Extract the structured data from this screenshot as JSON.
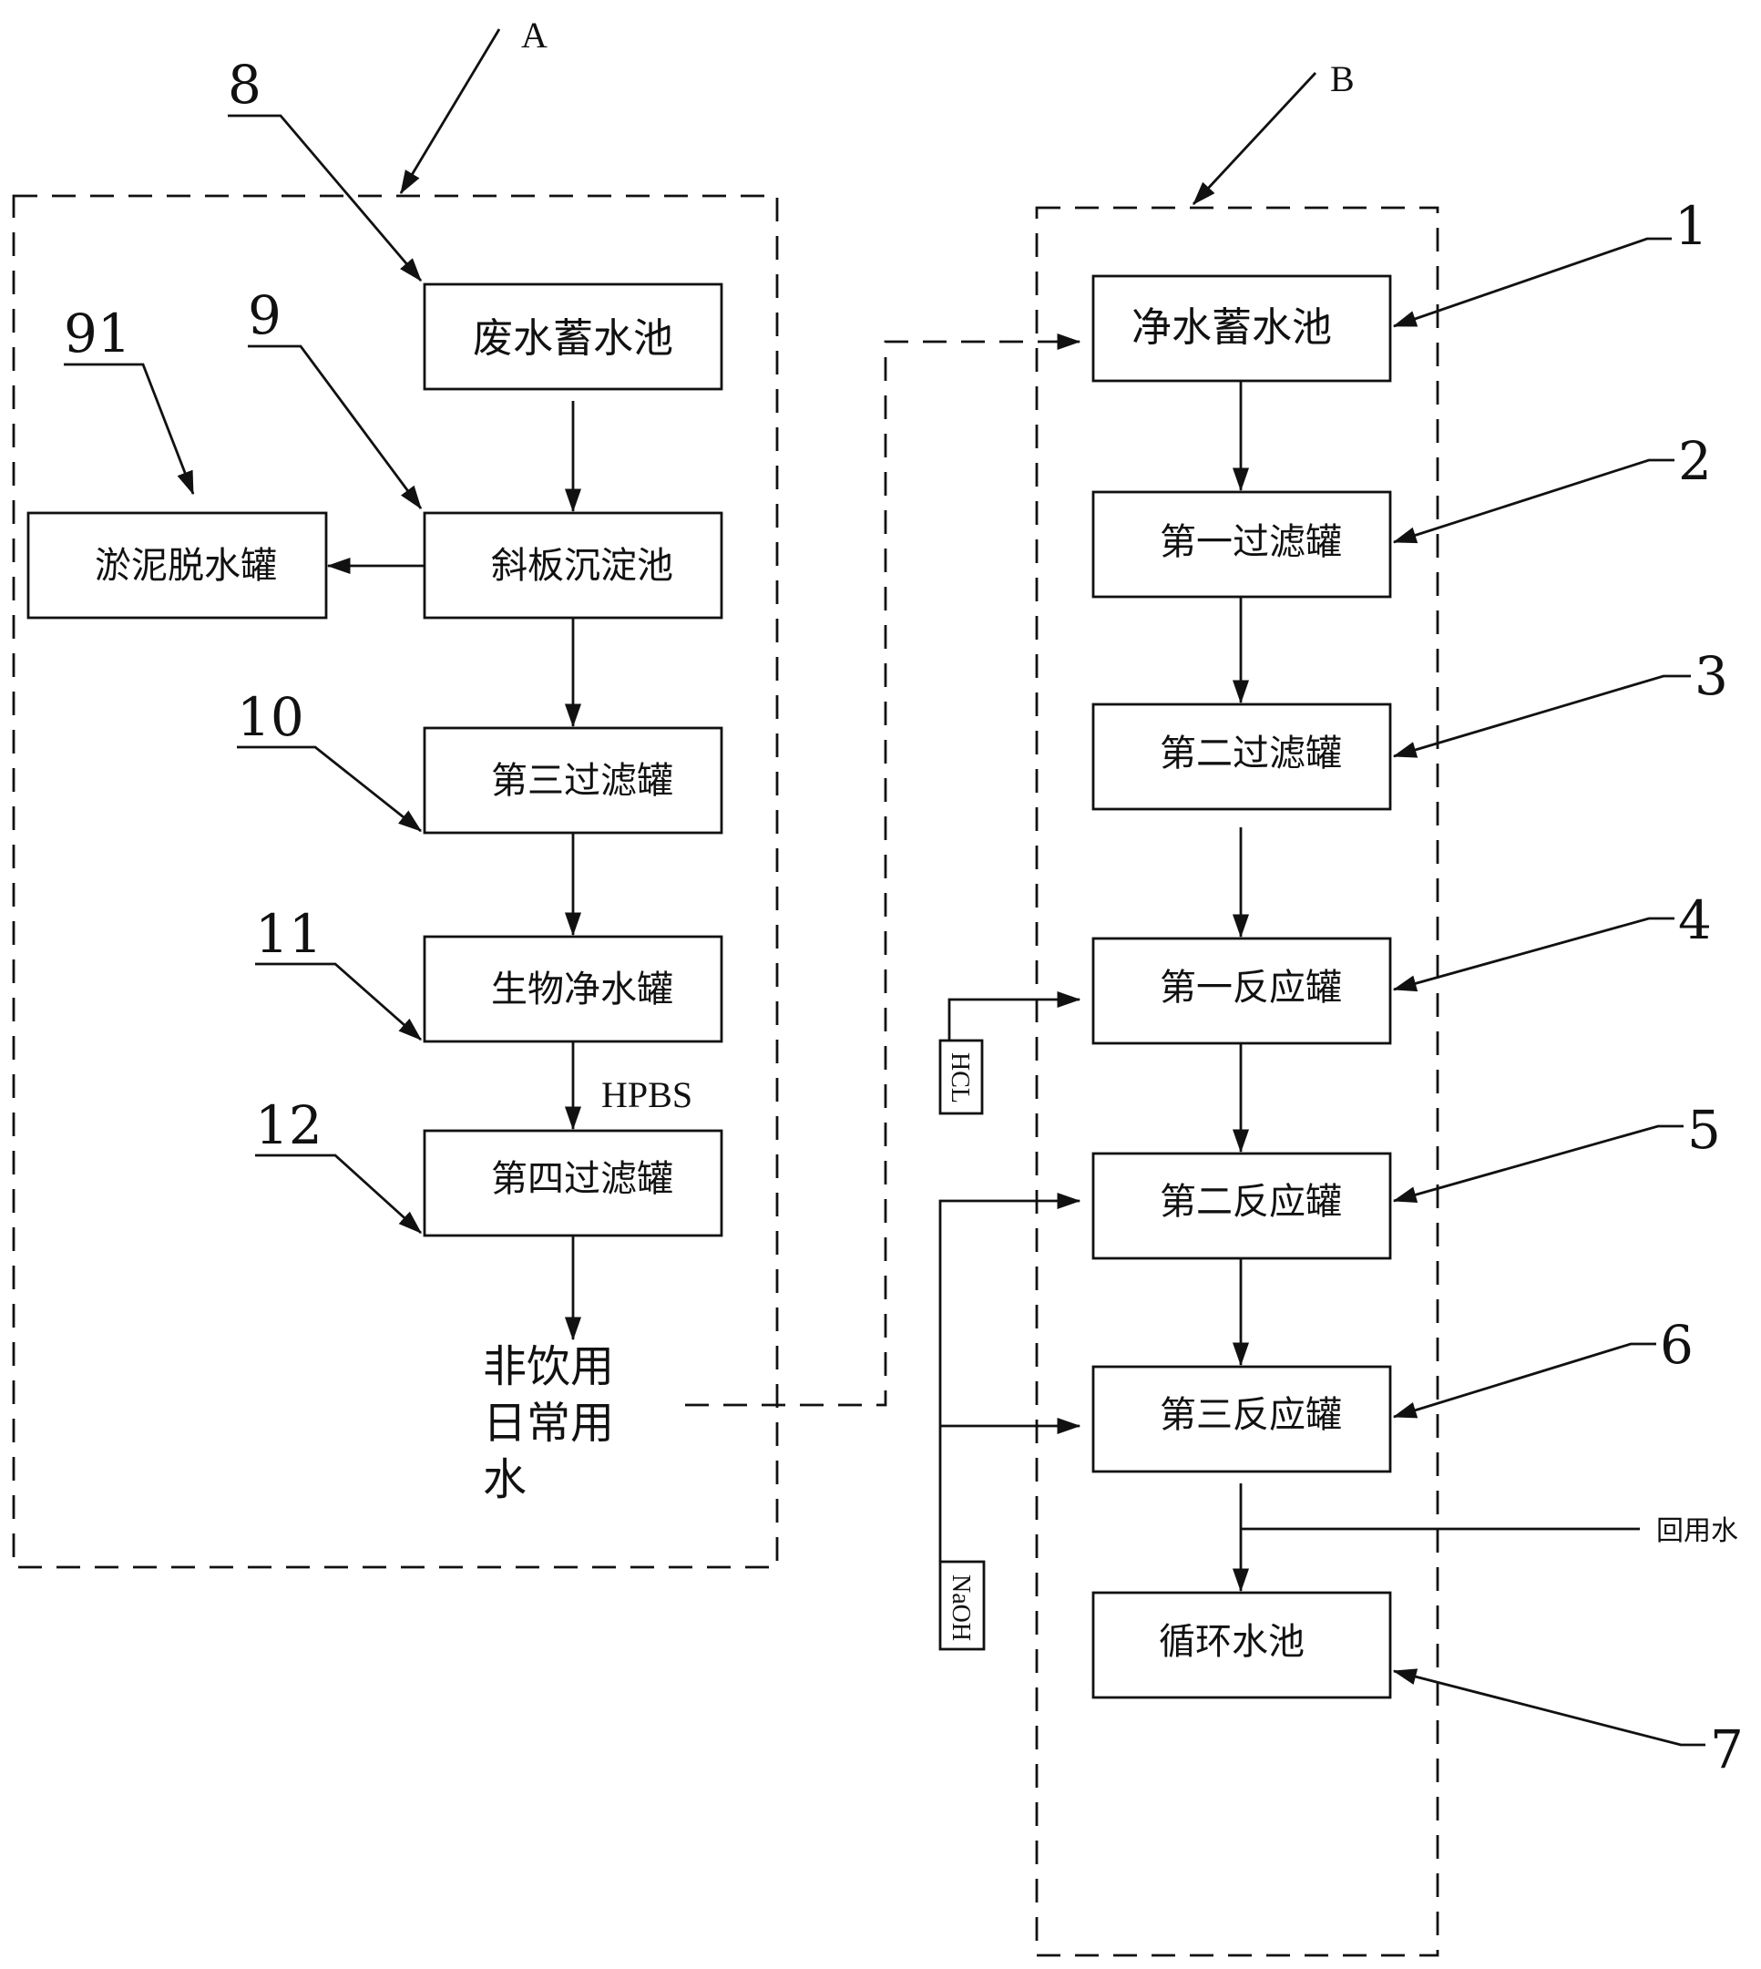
{
  "groups": {
    "A": {
      "label": "A"
    },
    "B": {
      "label": "B"
    }
  },
  "boxes": {
    "wastewater_tank": "废水蓄水池",
    "sludge_dewater": "淤泥脱水罐",
    "inclined_settler": "斜板沉淀池",
    "filter3": "第三过滤罐",
    "bio_tank": "生物净水罐",
    "filter4": "第四过滤罐",
    "clean_tank": "净水蓄水池",
    "filter1": "第一过滤罐",
    "filter2": "第二过滤罐",
    "reactor1": "第一反应罐",
    "reactor2": "第二反应罐",
    "reactor3": "第三反应罐",
    "circulation_pool": "循环水池"
  },
  "refs": {
    "n1": "1",
    "n2": "2",
    "n3": "3",
    "n4": "4",
    "n5": "5",
    "n6": "6",
    "n7": "7",
    "n8": "8",
    "n9": "9",
    "n91": "91",
    "n10": "10",
    "n11": "11",
    "n12": "12"
  },
  "labels": {
    "hpbs": "HPBS",
    "hcl": "HCL",
    "naoh": "NaOH",
    "reuse_water": "回用水",
    "non_drinking_1": "非饮用",
    "non_drinking_2": "日常用",
    "non_drinking_3": "水"
  }
}
